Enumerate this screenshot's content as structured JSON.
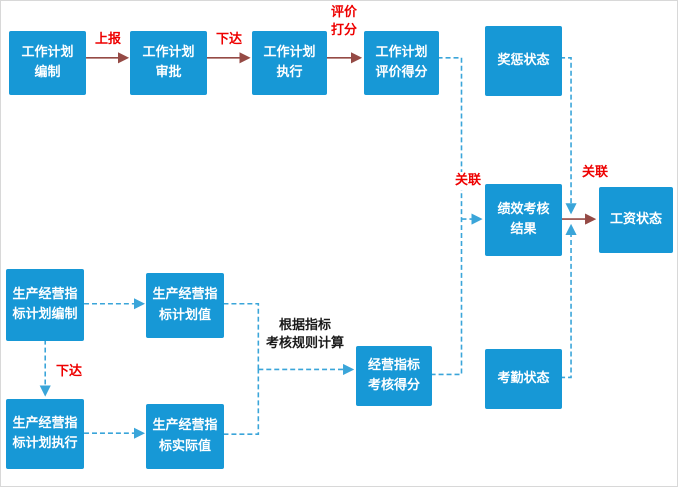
{
  "diagram": {
    "nodes": {
      "work_plan_create": "工作计划\n编制",
      "work_plan_approve": "工作计划\n审批",
      "work_plan_execute": "工作计划\n执行",
      "work_plan_score": "工作计划\n评价得分",
      "reward_status": "奖惩状态",
      "perf_result": "绩效考核\n结果",
      "salary_status": "工资状态",
      "attendance_status": "考勤状态",
      "indicator_plan_create": "生产经营指\n标计划编制",
      "indicator_plan_value": "生产经营指\n标计划值",
      "indicator_plan_execute": "生产经营指\n标计划执行",
      "indicator_actual_value": "生产经营指\n标实际值",
      "indicator_score": "经营指标\n考核得分"
    },
    "edge_labels": {
      "report_up": "上报",
      "issue_down_top": "下达",
      "evaluate_score": "评价\n打分",
      "associate_left": "关联",
      "associate_right": "关联",
      "issue_down_bottom": "下达",
      "calc_rule_note": "根据指标\n考核规则计算"
    },
    "colors": {
      "node_fill": "#1798d6",
      "node_text": "#ffffff",
      "dashed_line": "#3aa5d9",
      "solid_line": "#954a45",
      "label_red": "#ee0000",
      "note_black": "#1a1a1a"
    }
  }
}
